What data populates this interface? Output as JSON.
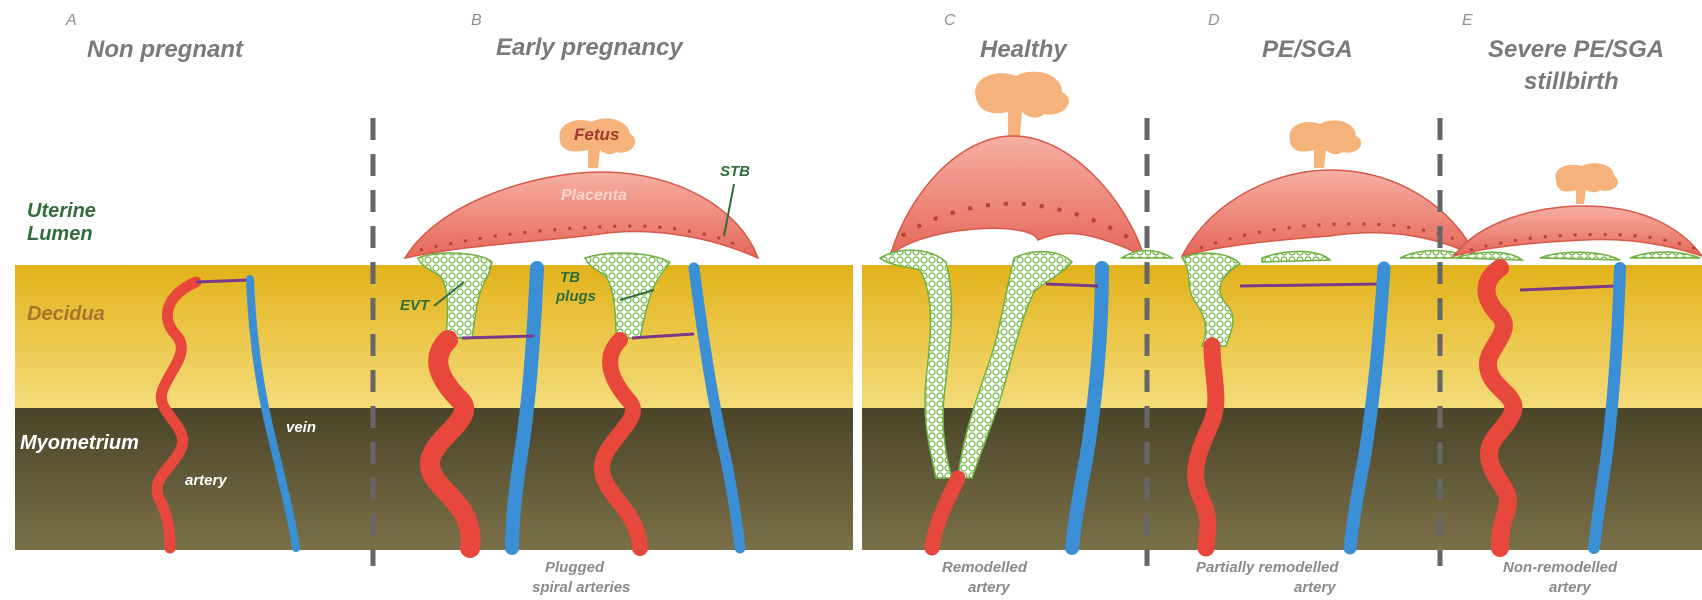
{
  "panels": [
    {
      "letter": "A",
      "title": "Non pregnant"
    },
    {
      "letter": "B",
      "title": "Early pregnancy"
    },
    {
      "letter": "C",
      "title": "Healthy"
    },
    {
      "letter": "D",
      "title": "PE/SGA"
    },
    {
      "letter": "E",
      "title_line1": "Severe PE/SGA",
      "title_line2": "stillbirth"
    }
  ],
  "layers": {
    "lumen_line1": "Uterine",
    "lumen_line2": "Lumen",
    "decidua": "Decidua",
    "myometrium": "Myometrium"
  },
  "labels": {
    "vein": "vein",
    "artery": "artery",
    "fetus": "Fetus",
    "placenta": "Placenta",
    "stb": "STB",
    "evt": "EVT",
    "tb_line1": "TB",
    "tb_line2": "plugs"
  },
  "captions": {
    "b_line1": "Plugged",
    "b_line2": "spiral arteries",
    "c_line1": "Remodelled",
    "c_line2": "artery",
    "d_line1": "Partially remodelled",
    "d_line2": "artery",
    "e_line1": "Non-remodelled",
    "e_line2": "artery"
  },
  "colors": {
    "decidua": "#e9bb1b",
    "myometrium": "#5a5332",
    "artery": "#e8473c",
    "vein": "#3a8fd6",
    "placenta": "#ee8273",
    "fetus": "#f5b27a",
    "trophoblast": "#7cc24a",
    "label_green": "#2f6e3a",
    "divider": "#666666"
  }
}
